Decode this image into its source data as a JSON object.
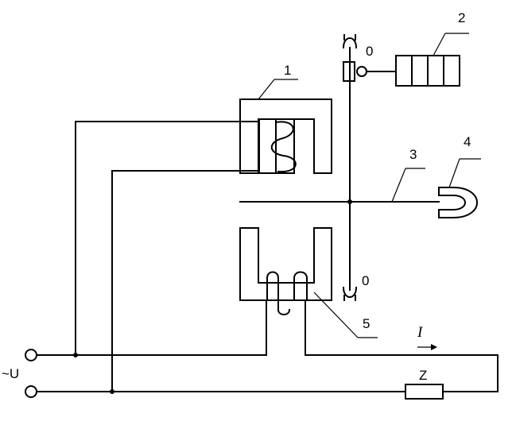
{
  "labels": {
    "coil_upper": "1",
    "counter": "2",
    "disc": "3",
    "magnet": "4",
    "coil_lower": "5",
    "jewel_top": "0",
    "jewel_bottom": "0",
    "supply": "~U",
    "current": "I",
    "load": "Z"
  },
  "icons": {
    "bearing_top": "upper-bearing-icon",
    "bearing_bottom": "lower-bearing-icon",
    "terminal": "terminal-circle-icon"
  }
}
